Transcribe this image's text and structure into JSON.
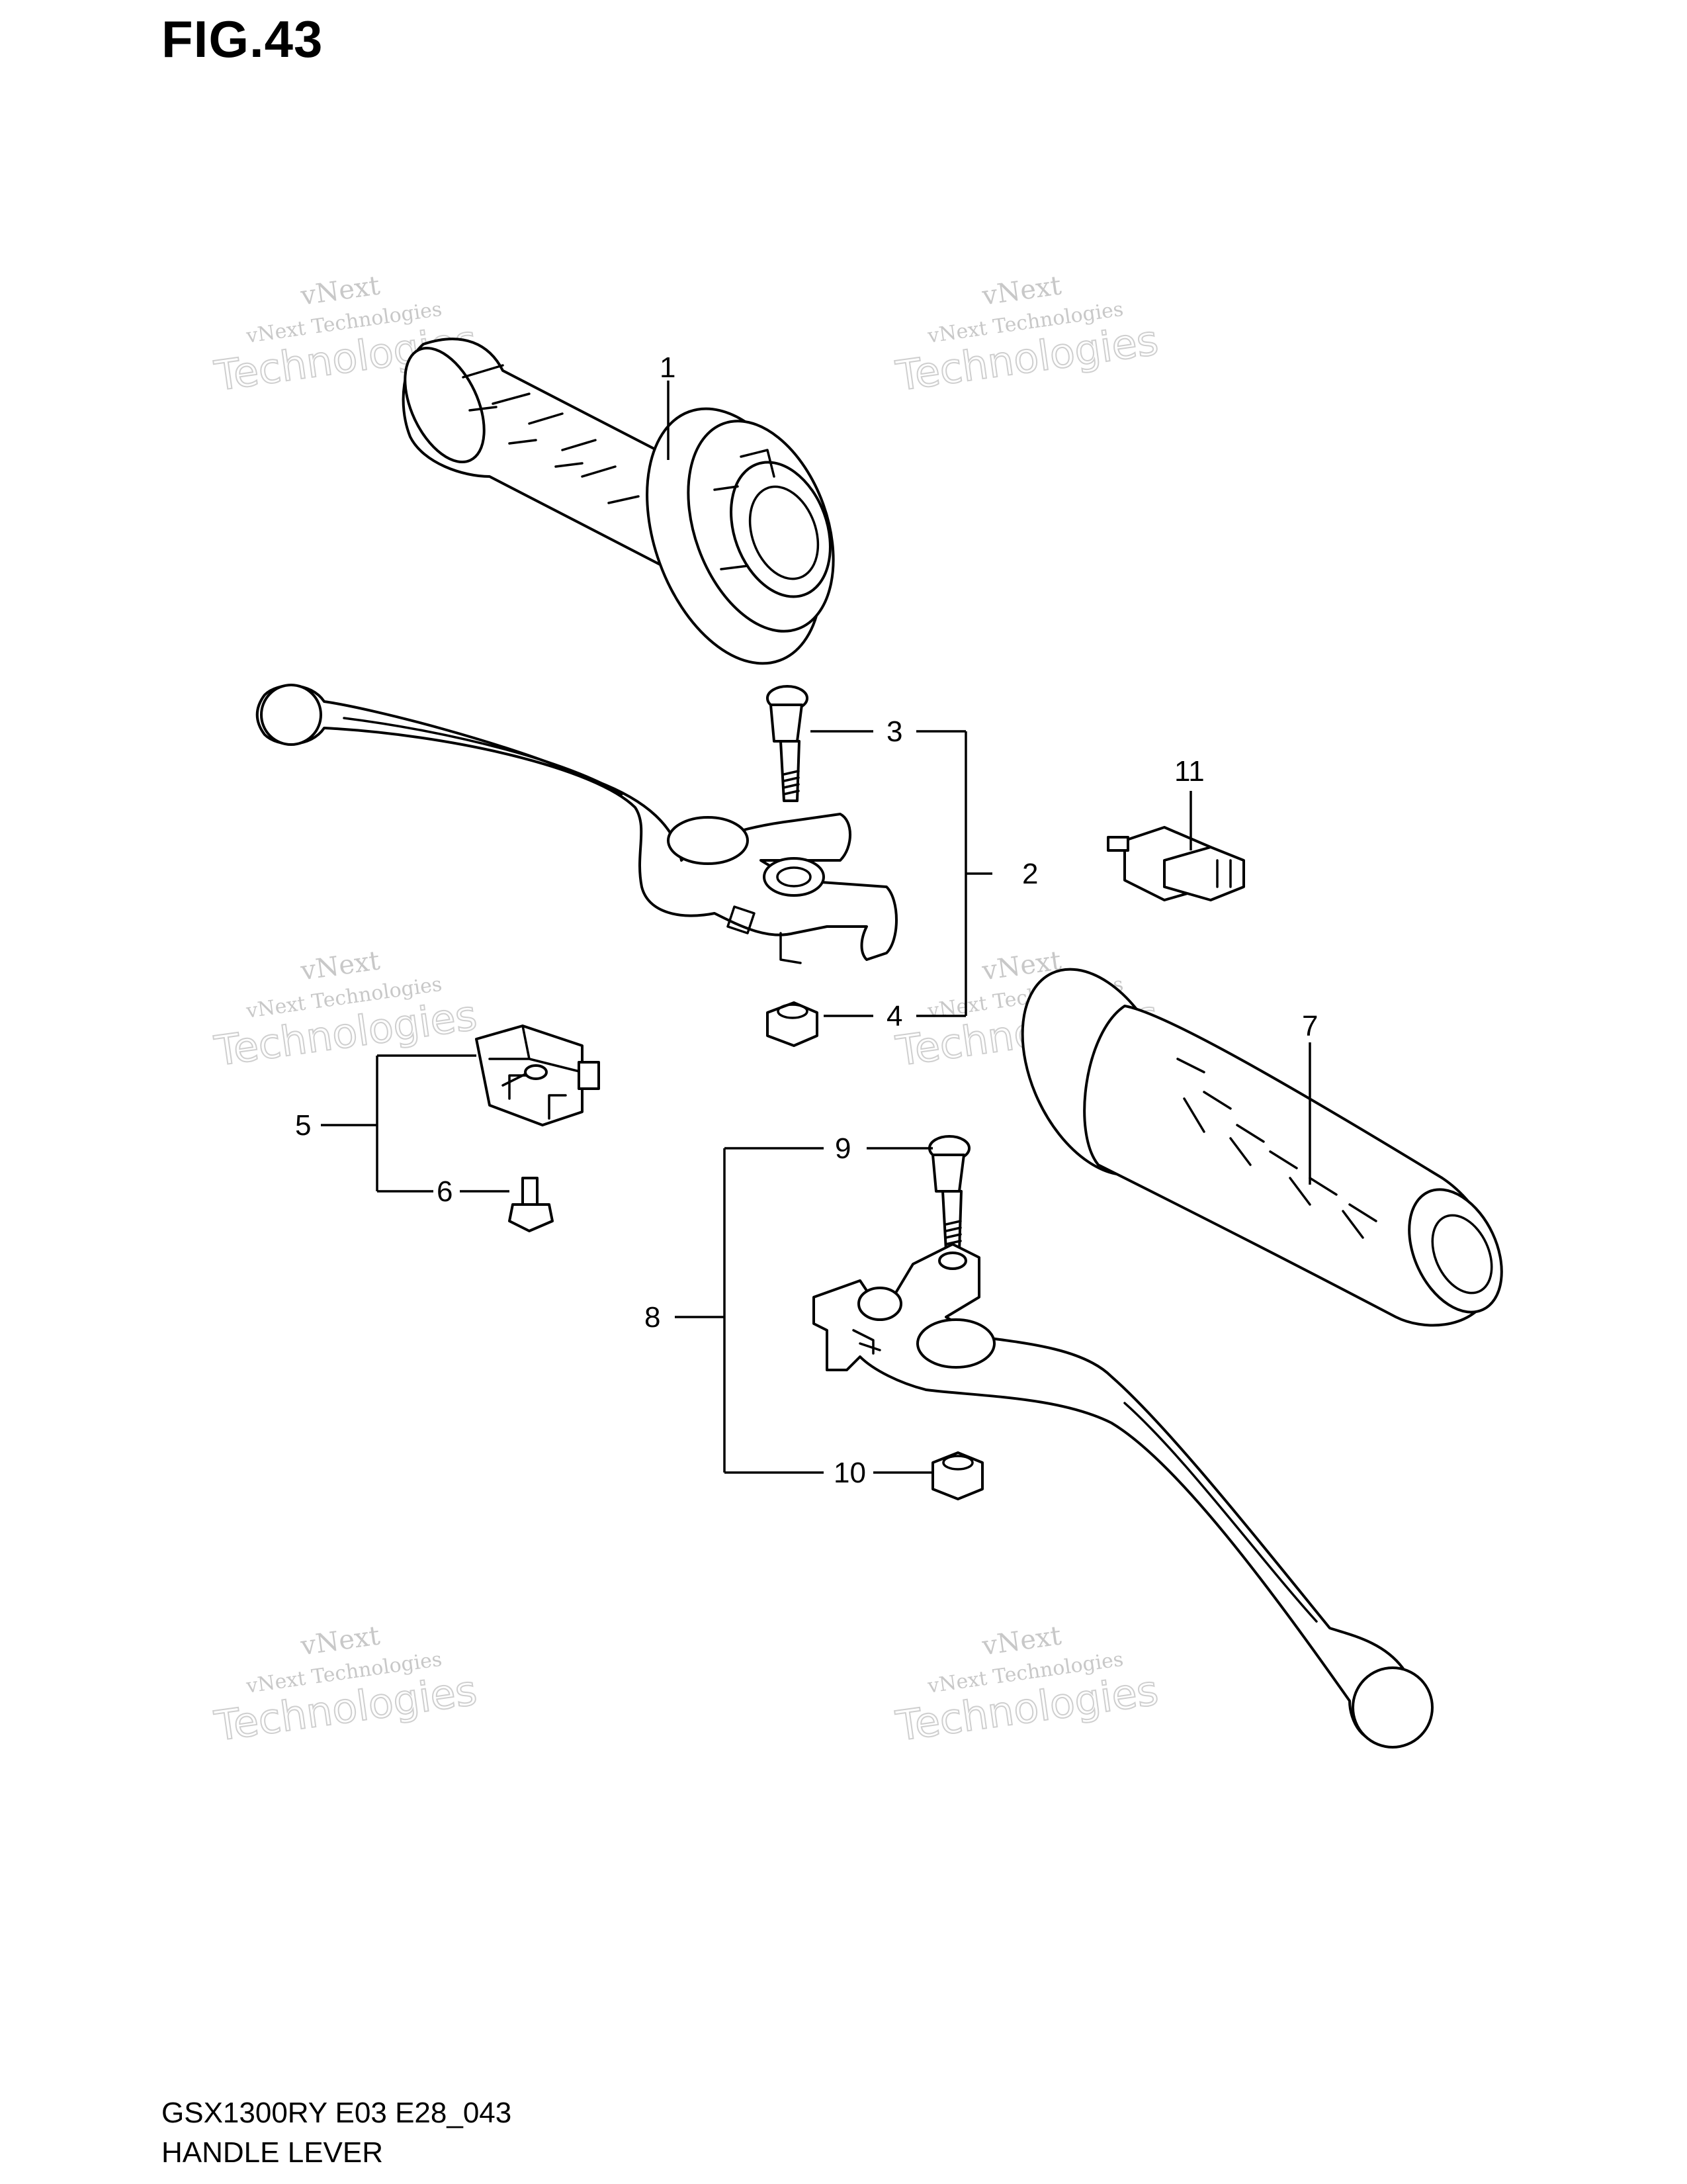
{
  "figure": {
    "title": "FIG.43"
  },
  "footer": {
    "model_code": "GSX1300RY E03 E28_043",
    "section_name": "HANDLE LEVER"
  },
  "callouts": [
    "1",
    "2",
    "3",
    "4",
    "5",
    "6",
    "7",
    "8",
    "9",
    "10",
    "11"
  ],
  "watermark": {
    "line1": "vNext",
    "line2": "vNext Technologies",
    "line3": "Technologies"
  }
}
